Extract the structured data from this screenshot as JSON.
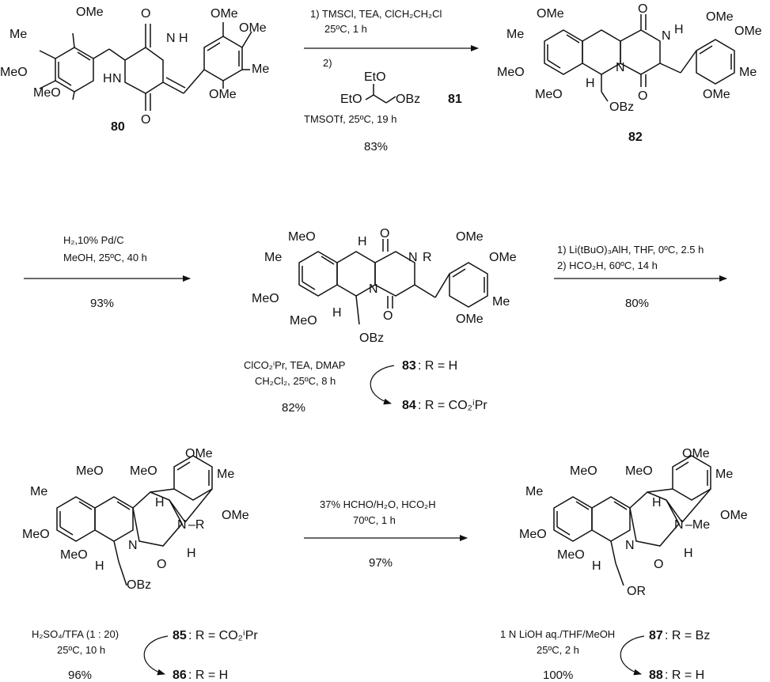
{
  "title": "",
  "compounds": {
    "c80": "80",
    "c81": "81",
    "c82": "82",
    "c83": "83",
    "c84": "84",
    "c85": "85",
    "c86": "86",
    "c87": "87",
    "c88": "88"
  },
  "atoms": {
    "ome": "OMe",
    "meo": "MeO",
    "me": "Me",
    "n": "N",
    "h": "H",
    "o": "O",
    "r": "R",
    "eto": "EtO",
    "obz": "OBz",
    "or": "OR",
    "minus_r": "–R",
    "minus_me": "–Me"
  },
  "step1": {
    "line1": "1) TMSCl, TEA, ClCH₂CH₂Cl",
    "line2": "25ºC, 1 h",
    "line3": "2)",
    "line4": "TMSOTf, 25ºC, 19 h",
    "yield": "83%"
  },
  "step2": {
    "line1": "H₂,10% Pd/C",
    "line2": "MeOH, 25ºC, 40 h",
    "yield": "93%"
  },
  "step3": {
    "line1": "1) Li(tBuO)₃AlH, THF, 0ºC, 2.5 h",
    "line2": "2) HCO₂H, 60ºC, 14 h",
    "yield": "80%"
  },
  "step4": {
    "line1": "ClCO₂ⁱPr, TEA, DMAP",
    "line2": "CH₂Cl₂, 25ºC, 8 h",
    "yield": "82%",
    "r83": ": R = H",
    "r84": ": R = CO₂ⁱPr"
  },
  "step5": {
    "line1": "37% HCHO/H₂O, HCO₂H",
    "line2": "70ºC, 1 h",
    "yield": "97%"
  },
  "step6": {
    "line1": "H₂SO₄/TFA (1 : 20)",
    "line2": "25ºC, 10 h",
    "yield": "96%",
    "r85": ": R = CO₂ⁱPr",
    "r86": ": R = H"
  },
  "step7": {
    "line1": "1 N LiOH aq./THF/MeOH",
    "line2": "25ºC, 2 h",
    "yield": "100%",
    "r87": ": R = Bz",
    "r88": ": R = H"
  }
}
